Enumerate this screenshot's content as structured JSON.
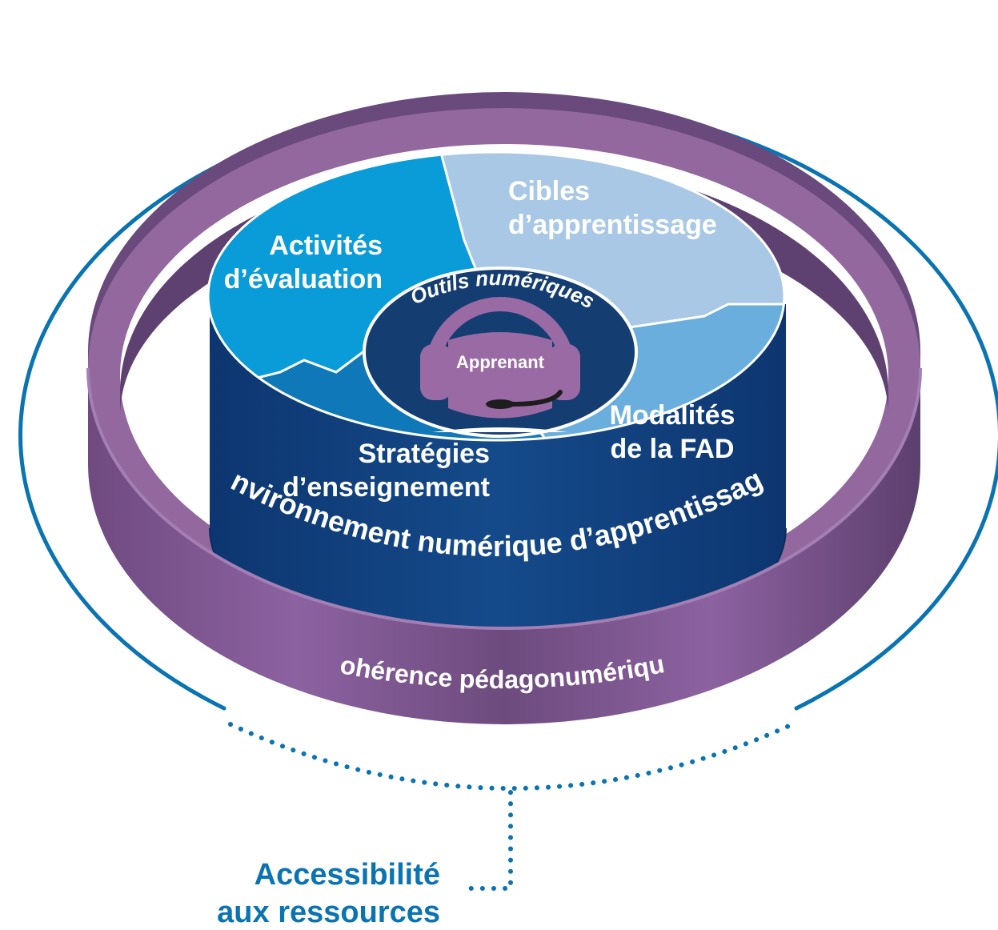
{
  "segments": {
    "cibles": {
      "line1": "Cibles",
      "line2": "d’apprentissage"
    },
    "activites": {
      "line1": "Activités",
      "line2": "d’évaluation"
    },
    "strategies": {
      "line1": "Stratégies",
      "line2": "d’enseignement"
    },
    "modalites": {
      "line1": "Modalités",
      "line2": "de la FAD"
    }
  },
  "center": {
    "tools": "Outils numériques",
    "learner": "Apprenant"
  },
  "environment_label": "Environnement numérique d’apprentissage",
  "coherence_label": "Cohérence pédagonumérique",
  "accessibility": {
    "line1": "Accessibilité",
    "line2": "aux ressources"
  },
  "colors": {
    "outer_ring": "#0a74b3",
    "purple_ring": "#8a5f9a",
    "purple_dark": "#5a3f6b",
    "drum_side": "#0f3f7b",
    "cibles": "#a8c8e6",
    "activites": "#0a9cd8",
    "strategies": "#0f78b8",
    "modalites": "#6aaede",
    "center": "#143d72",
    "headset": "#9a6aa5",
    "accessibility_text": "#0a74b3"
  }
}
